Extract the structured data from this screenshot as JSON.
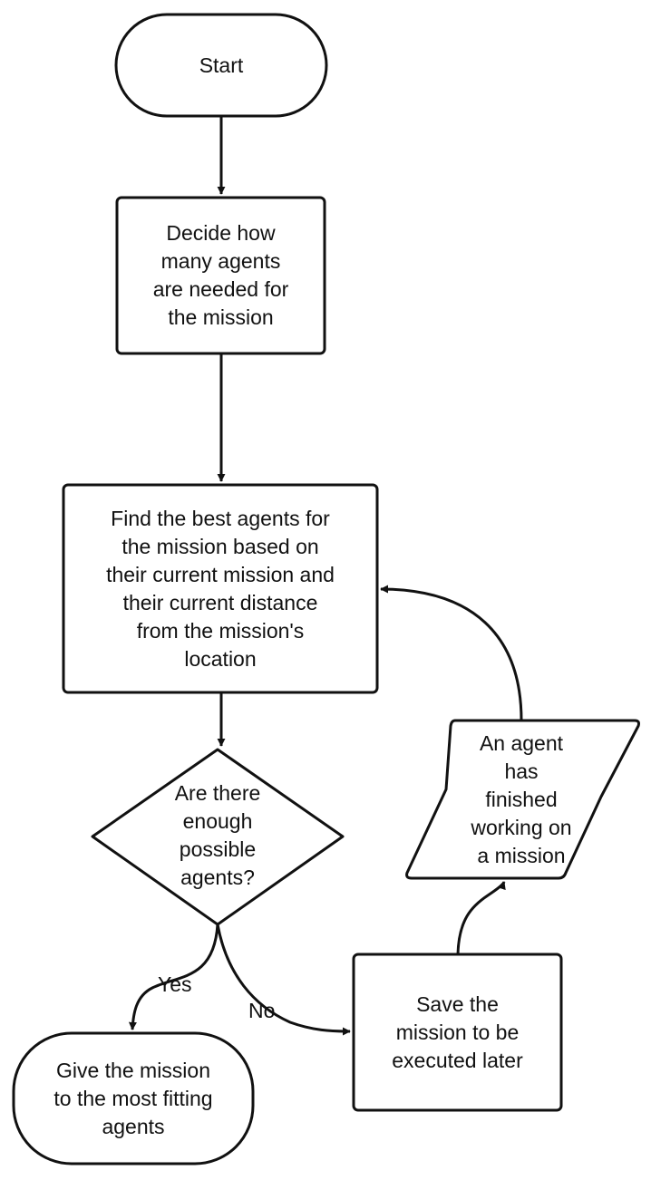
{
  "diagram": {
    "type": "flowchart",
    "nodes": {
      "start": {
        "shape": "terminator",
        "label": "Start"
      },
      "decide": {
        "shape": "process",
        "label": "Decide how\nmany agents\nare needed for\nthe mission"
      },
      "find": {
        "shape": "process",
        "label": "Find the best agents for\nthe mission based on\ntheir current mission and\ntheir current distance\nfrom the mission's\nlocation"
      },
      "enough": {
        "shape": "decision",
        "label": "Are there\nenough\npossible\nagents?"
      },
      "give": {
        "shape": "terminator",
        "label": "Give the mission\nto the most fitting\nagents"
      },
      "save": {
        "shape": "process",
        "label": "Save the\nmission to be\nexecuted later"
      },
      "finished": {
        "shape": "data",
        "label": "An agent\nhas\nfinished\nworking on\na mission"
      }
    },
    "edges": {
      "yes": {
        "from": "enough",
        "to": "give",
        "label": "Yes"
      },
      "no": {
        "from": "enough",
        "to": "save",
        "label": "No"
      }
    },
    "connections": [
      [
        "start",
        "decide"
      ],
      [
        "decide",
        "find"
      ],
      [
        "find",
        "enough"
      ],
      [
        "enough",
        "give"
      ],
      [
        "enough",
        "save"
      ],
      [
        "save",
        "finished"
      ],
      [
        "finished",
        "find"
      ]
    ]
  },
  "colors": {
    "stroke": "#111111",
    "fill": "#ffffff",
    "text": "#111111"
  }
}
